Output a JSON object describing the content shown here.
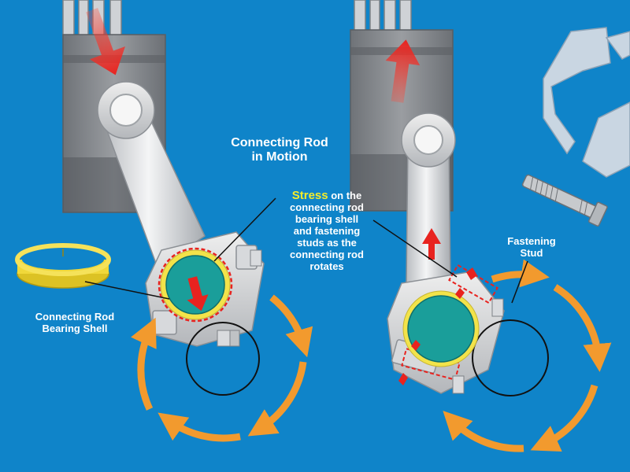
{
  "title": {
    "line1": "Connecting Rod",
    "line2": "in Motion"
  },
  "stress_label": {
    "highlight": "Stress",
    "rest1": " on the",
    "line2": "connecting rod",
    "line3": "bearing shell",
    "line4": "and fastening",
    "line5": "studs as the",
    "line6": "connecting rod",
    "line7": "rotates"
  },
  "bearing_label": {
    "line1": "Connecting Rod",
    "line2": "Bearing Shell"
  },
  "stud_label": {
    "line1": "Fastening",
    "line2": "Stud"
  },
  "colors": {
    "background": "#0f84c9",
    "highlight": "#f4ec2a",
    "arrow_orange": "#f29a2e",
    "stress_red": "#e8231f",
    "journal_teal": "#1a9e9a",
    "bearing_yellow": "#f2e34a"
  }
}
